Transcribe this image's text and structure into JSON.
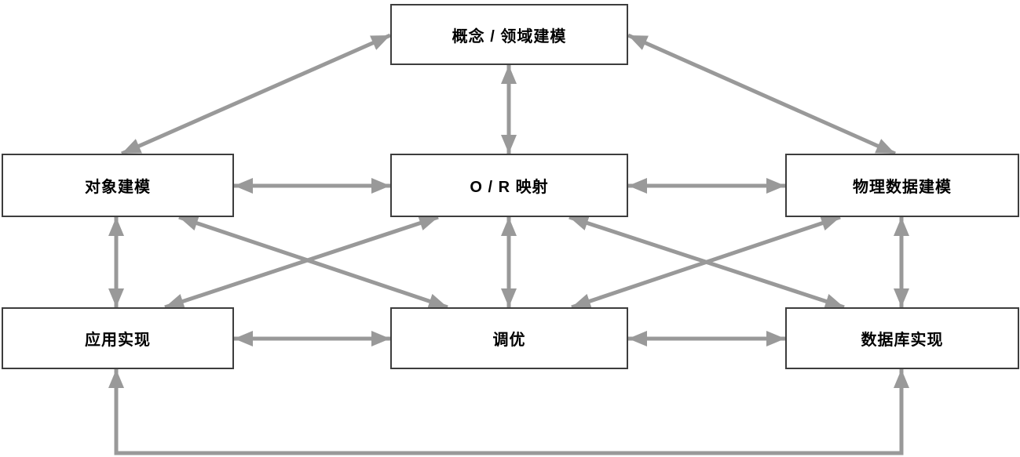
{
  "diagram": {
    "nodes": {
      "concept": {
        "label": "概念 / 领域建模"
      },
      "object": {
        "label": "对象建模"
      },
      "orm": {
        "label": "O / R 映射"
      },
      "physical": {
        "label": "物理数据建模"
      },
      "app": {
        "label": "应用实现"
      },
      "tuning": {
        "label": "调优"
      },
      "db": {
        "label": "数据库实现"
      }
    },
    "edges": [
      {
        "from": "concept",
        "to": "object",
        "bidirectional": true,
        "route": "diagonal"
      },
      {
        "from": "concept",
        "to": "orm",
        "bidirectional": true,
        "route": "vertical"
      },
      {
        "from": "concept",
        "to": "physical",
        "bidirectional": true,
        "route": "diagonal"
      },
      {
        "from": "object",
        "to": "orm",
        "bidirectional": true,
        "route": "horizontal"
      },
      {
        "from": "orm",
        "to": "physical",
        "bidirectional": true,
        "route": "horizontal"
      },
      {
        "from": "object",
        "to": "app",
        "bidirectional": true,
        "route": "vertical"
      },
      {
        "from": "orm",
        "to": "tuning",
        "bidirectional": true,
        "route": "vertical"
      },
      {
        "from": "physical",
        "to": "db",
        "bidirectional": true,
        "route": "vertical"
      },
      {
        "from": "app",
        "to": "tuning",
        "bidirectional": true,
        "route": "horizontal"
      },
      {
        "from": "tuning",
        "to": "db",
        "bidirectional": true,
        "route": "horizontal"
      },
      {
        "from": "object",
        "to": "tuning",
        "bidirectional": true,
        "route": "diagonal"
      },
      {
        "from": "orm",
        "to": "app",
        "bidirectional": true,
        "route": "diagonal"
      },
      {
        "from": "orm",
        "to": "db",
        "bidirectional": true,
        "route": "diagonal"
      },
      {
        "from": "physical",
        "to": "tuning",
        "bidirectional": true,
        "route": "diagonal"
      },
      {
        "from": "app",
        "to": "db",
        "bidirectional": true,
        "route": "bottom-u-shape"
      }
    ],
    "colors": {
      "arrow": "#999999",
      "node_border": "#3d3d3d",
      "node_fill": "#ffffff",
      "background": "#ffffff",
      "text": "#000000"
    }
  }
}
